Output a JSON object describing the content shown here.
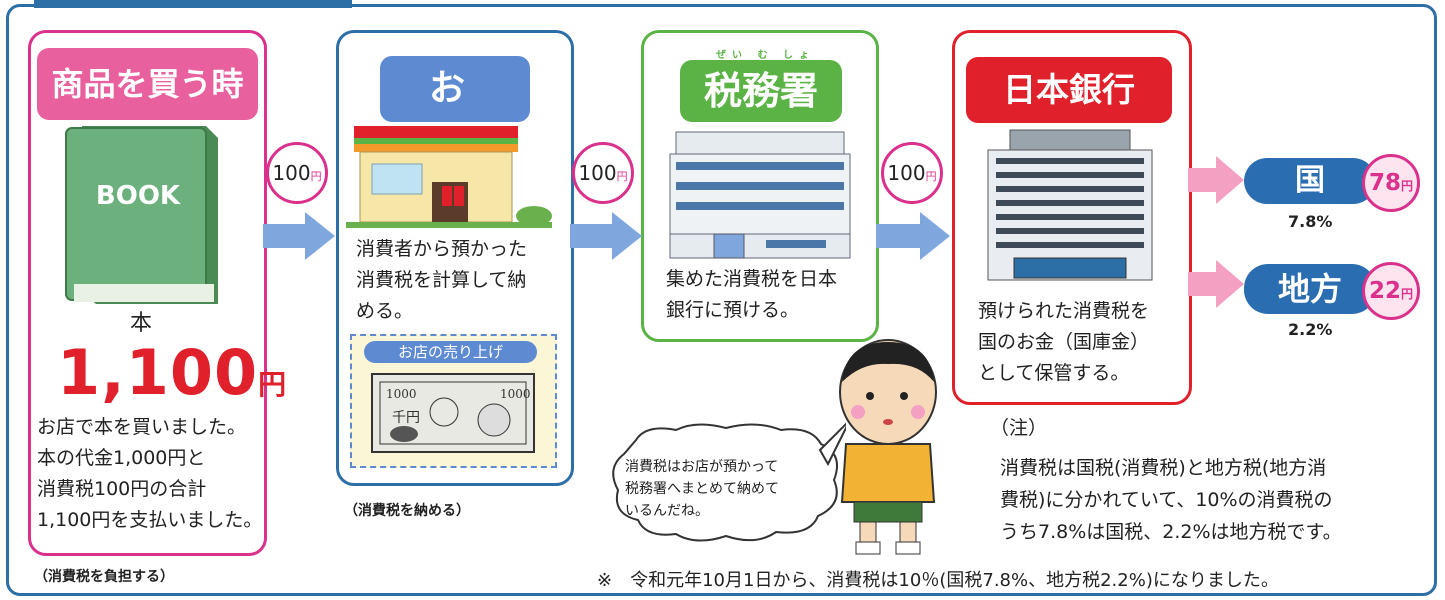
{
  "colors": {
    "frame": "#2c6ea6",
    "pink": "#d9318c",
    "blue": "#5e8ad2",
    "green": "#5bb345",
    "red": "#e0202a",
    "arrow_blue": "#7fa7dd",
    "arrow_pink": "#f3a0c3"
  },
  "steps": [
    {
      "title": "商品を買う時"
    },
    {
      "title": "お　店"
    },
    {
      "title": "税務署",
      "ruby": "ぜい む しょ"
    },
    {
      "title": "日本銀行"
    }
  ],
  "purchase": {
    "book_label": "BOOK",
    "item": "本",
    "price": "1,100",
    "price_unit": "円",
    "lines": [
      "お店で本を買いました。",
      "本の代金1,000円と",
      "消費税100円の合計",
      "1,100円を支払いました。"
    ],
    "caption": "（消費税を負担する）"
  },
  "shop": {
    "lines": [
      "消費者から預かった",
      "消費税を計算して納",
      "める。"
    ],
    "sales_label": "お店の売り上げ",
    "caption": "（消費税を納める）"
  },
  "tax_office": {
    "lines": [
      "集めた消費税を日本",
      "銀行に預ける。"
    ]
  },
  "bank": {
    "lines": [
      "預けられた消費税を",
      "国のお金（国庫金）",
      "として保管する。"
    ]
  },
  "flow_amounts": [
    {
      "value": "100",
      "unit": "円"
    },
    {
      "value": "100",
      "unit": "円"
    },
    {
      "value": "100",
      "unit": "円"
    }
  ],
  "split": [
    {
      "label": "国",
      "amount": "78",
      "unit": "円",
      "percent": "7.8%"
    },
    {
      "label": "地方",
      "amount": "22",
      "unit": "円",
      "percent": "2.2%"
    }
  ],
  "speech": {
    "lines": [
      "消費税はお店が預かって",
      "税務署へまとめて納めて",
      "いるんだね。"
    ]
  },
  "note": {
    "heading": "（注）",
    "lines": [
      "消費税は国税(消費税)と地方税(地方消",
      "費税)に分かれていて、10%の消費税の",
      "うち7.8%は国税、2.2%は地方税です。"
    ]
  },
  "footer": "※　令和元年10月1日から、消費税は10％(国税7.8%、地方税2.2%)になりました。"
}
